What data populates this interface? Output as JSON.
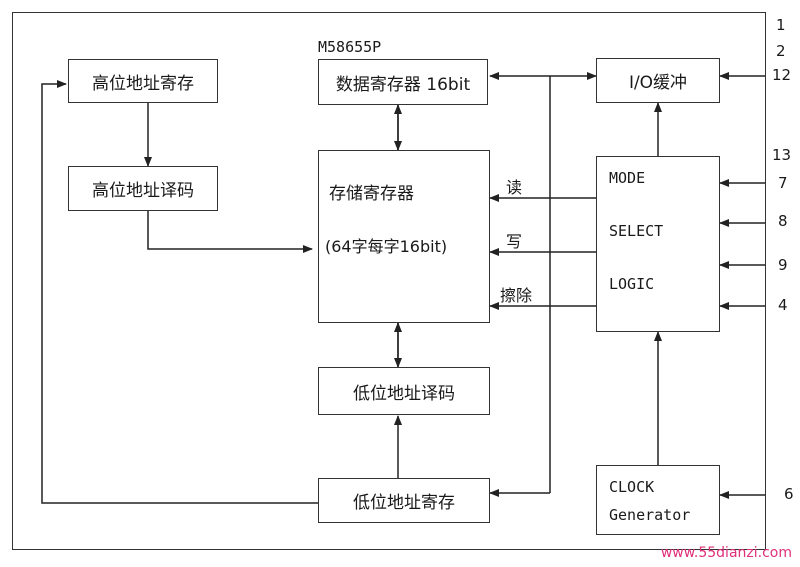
{
  "chip_name": "M58655P",
  "blocks": {
    "high_addr_reg": "高位地址寄存",
    "high_addr_dec": "高位地址译码",
    "data_reg": "数据寄存器 16bit",
    "io_buffer": "I/O缓冲",
    "storage_line1": "存储寄存器",
    "storage_line2": "(64字每字16bit)",
    "low_addr_dec": "低位地址译码",
    "low_addr_reg": "低位地址寄存",
    "mode_line1": "MODE",
    "mode_line2": "SELECT",
    "mode_line3": "LOGIC",
    "clock_line1": "CLOCK",
    "clock_line2": "Generator"
  },
  "signals": {
    "read": "读",
    "write": "写",
    "erase": "擦除"
  },
  "pins": {
    "p1": "1",
    "p2": "2",
    "p12": "12",
    "p13": "13",
    "p7": "7",
    "p8": "8",
    "p9": "9",
    "p4": "4",
    "p6": "6"
  },
  "watermark": "www.55dianzi.com"
}
